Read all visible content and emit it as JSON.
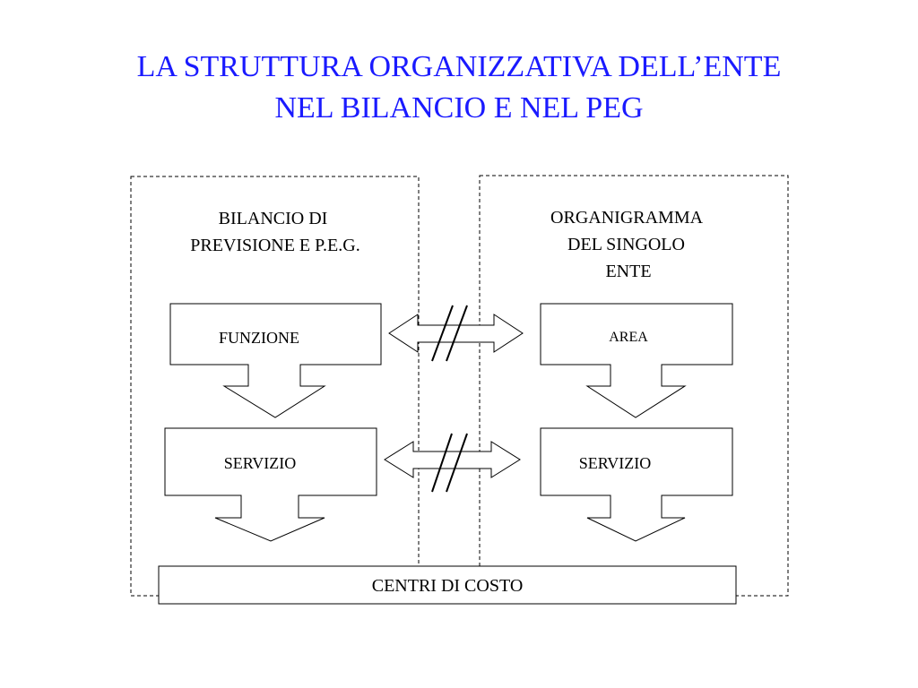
{
  "title": {
    "line1": "LA STRUTTURA ORGANIZZATIVA DELL’ENTE",
    "line2": "NEL BILANCIO E NEL PEG"
  },
  "colors": {
    "title": "#1a1aff",
    "stroke": "#000000",
    "background": "#ffffff"
  },
  "left_group": {
    "label_lines": [
      "BILANCIO DI",
      "PREVISIONE E P.E.G."
    ],
    "box_top": "FUNZIONE",
    "box_bottom": "SERVIZIO"
  },
  "right_group": {
    "label_lines": [
      "ORGANIGRAMMA",
      "DEL SINGOLO",
      "ENTE"
    ],
    "box_top": "AREA",
    "box_bottom": "SERVIZIO"
  },
  "bottom_box": "CENTRI DI COSTO",
  "connectors": {
    "type": "double-arrow-with-break-marks",
    "count": 2
  }
}
